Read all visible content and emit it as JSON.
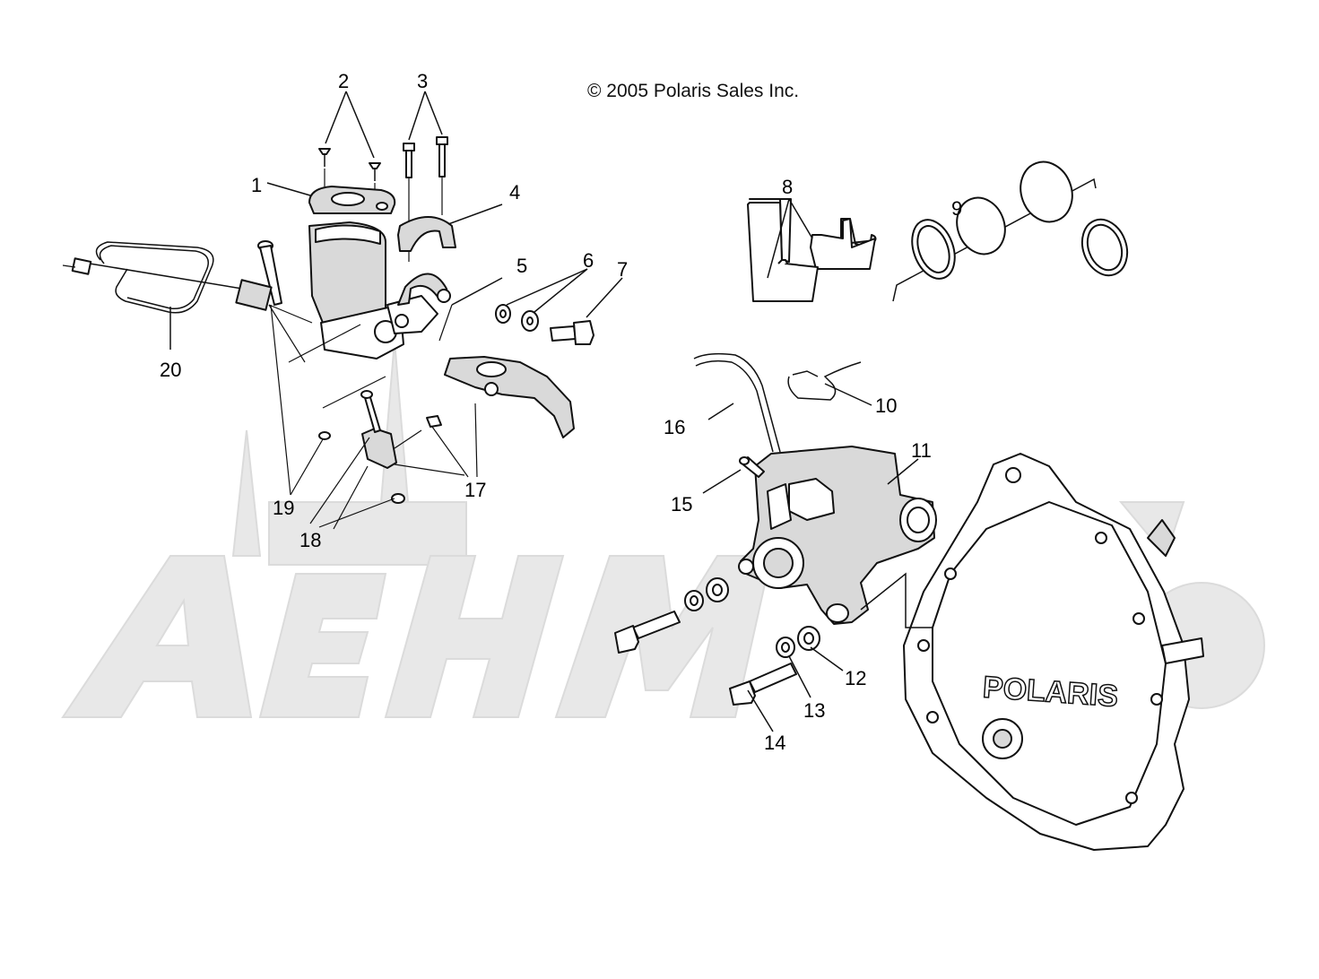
{
  "copyright": "© 2005 Polaris Sales Inc.",
  "cover_brand": "POLARIS",
  "watermark_text": "AeHMem",
  "callouts": [
    {
      "id": "1",
      "label": "1"
    },
    {
      "id": "2",
      "label": "2"
    },
    {
      "id": "3",
      "label": "3"
    },
    {
      "id": "4",
      "label": "4"
    },
    {
      "id": "5",
      "label": "5"
    },
    {
      "id": "6",
      "label": "6"
    },
    {
      "id": "7",
      "label": "7"
    },
    {
      "id": "8",
      "label": "8"
    },
    {
      "id": "9",
      "label": "9"
    },
    {
      "id": "10",
      "label": "10"
    },
    {
      "id": "11",
      "label": "11"
    },
    {
      "id": "12",
      "label": "12"
    },
    {
      "id": "13",
      "label": "13"
    },
    {
      "id": "14",
      "label": "14"
    },
    {
      "id": "15",
      "label": "15"
    },
    {
      "id": "16",
      "label": "16"
    },
    {
      "id": "17",
      "label": "17"
    },
    {
      "id": "18",
      "label": "18"
    },
    {
      "id": "19",
      "label": "19"
    },
    {
      "id": "20",
      "label": "20"
    }
  ]
}
